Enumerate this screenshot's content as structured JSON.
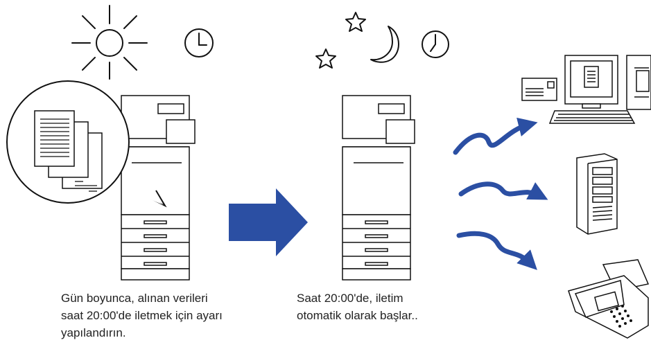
{
  "captions": {
    "left": [
      "Gün boyunca, alınan verileri",
      "saat 20:00'de iletmek için ayarı",
      "yapılandırın."
    ],
    "middle": [
      "Saat 20:00'de, iletim",
      "otomatik olarak başlar.."
    ]
  },
  "colors": {
    "line": "#111111",
    "arrow_blue": "#2b4fa3",
    "background": "#ffffff"
  },
  "icons": {
    "day": [
      "sun-icon",
      "clock-icon"
    ],
    "night": [
      "star-icon",
      "star-icon",
      "crescent-moon-icon",
      "clock-icon"
    ],
    "destinations": [
      "computer-with-email-icon",
      "server-tower-icon",
      "fax-machine-icon"
    ],
    "stored_data": "document-stack-icon"
  }
}
